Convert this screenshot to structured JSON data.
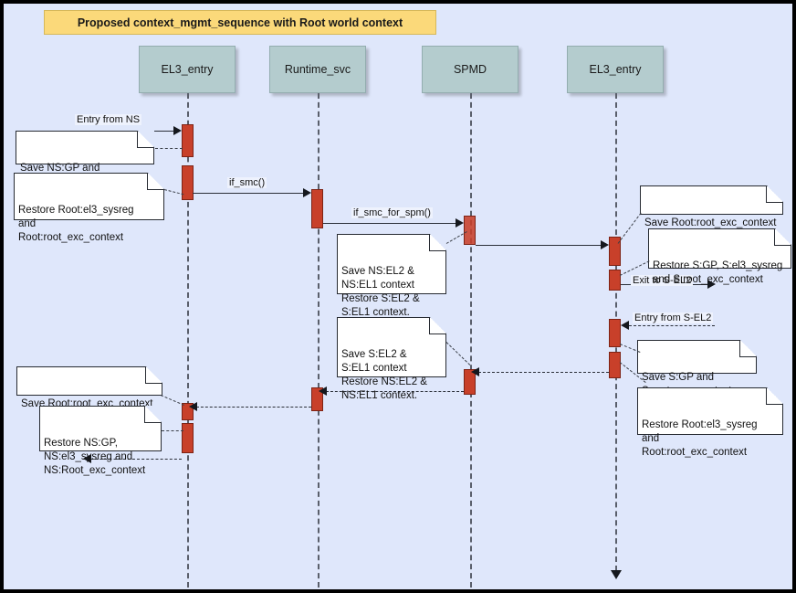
{
  "diagram": {
    "title": "Proposed context_mgmt_sequence with Root world context",
    "type": "uml-sequence-diagram",
    "background_color": "#dfe7fb",
    "title_color": "#fbd97a",
    "lifeline_color": "#b4ccce",
    "activation_color": "#c8402a",
    "note_color": "#ffffff"
  },
  "lifelines": [
    {
      "id": "ll0",
      "label": "EL3_entry"
    },
    {
      "id": "ll1",
      "label": "Runtime_svc"
    },
    {
      "id": "ll2",
      "label": "SPMD"
    },
    {
      "id": "ll3",
      "label": "EL3_entry"
    }
  ],
  "messages": [
    {
      "id": "m0",
      "label": "Entry from NS",
      "from": "external-left",
      "to": "ll0",
      "style": "solid"
    },
    {
      "id": "m1",
      "label": "if_smc()",
      "from": "ll0",
      "to": "ll1",
      "style": "solid"
    },
    {
      "id": "m2",
      "label": "if_smc_for_spm()",
      "from": "ll1",
      "to": "ll2",
      "style": "solid"
    },
    {
      "id": "m3",
      "label": "",
      "from": "ll2",
      "to": "ll3",
      "style": "solid"
    },
    {
      "id": "m4",
      "label": "Exit to S-EL2",
      "from": "ll3",
      "to": "external-right",
      "style": "solid"
    },
    {
      "id": "m5",
      "label": "Entry from S-EL2",
      "from": "external-right",
      "to": "ll3",
      "style": "dashed"
    },
    {
      "id": "m6",
      "label": "",
      "from": "ll3",
      "to": "ll2",
      "style": "dashed"
    },
    {
      "id": "m7",
      "label": "",
      "from": "ll2",
      "to": "ll1",
      "style": "dashed"
    },
    {
      "id": "m8",
      "label": "",
      "from": "ll1",
      "to": "ll0",
      "style": "dashed"
    },
    {
      "id": "m9",
      "label": "",
      "from": "ll0",
      "to": "external-left",
      "style": "dashed"
    }
  ],
  "notes": [
    {
      "id": "n1",
      "text": "Save NS:GP and\nNS:Root_exc_context"
    },
    {
      "id": "n2",
      "text": "Restore Root:el3_sysreg\nand\nRoot:root_exc_context"
    },
    {
      "id": "n3",
      "text": "Save NS:EL2 &\nNS:EL1 context\nRestore S:EL2 &\nS:EL1 context."
    },
    {
      "id": "n4",
      "text": "Save Root:root_exc_context"
    },
    {
      "id": "n5",
      "text": "Restore S:GP, S:el3_sysreg\nand S:root_exc_context"
    },
    {
      "id": "n6",
      "text": "Save S:GP and\nS:root_exc_context"
    },
    {
      "id": "n7",
      "text": "Restore Root:el3_sysreg\nand\nRoot:root_exc_context"
    },
    {
      "id": "n8",
      "text": "Save S:EL2 &\nS:EL1 context\nRestore NS:EL2 &\nNS:EL1 context."
    },
    {
      "id": "n9",
      "text": "Save Root:root_exc_context"
    },
    {
      "id": "n10",
      "text": "Restore NS:GP,\nNS:el3_sysreg and\nNS:Root_exc_context"
    }
  ]
}
